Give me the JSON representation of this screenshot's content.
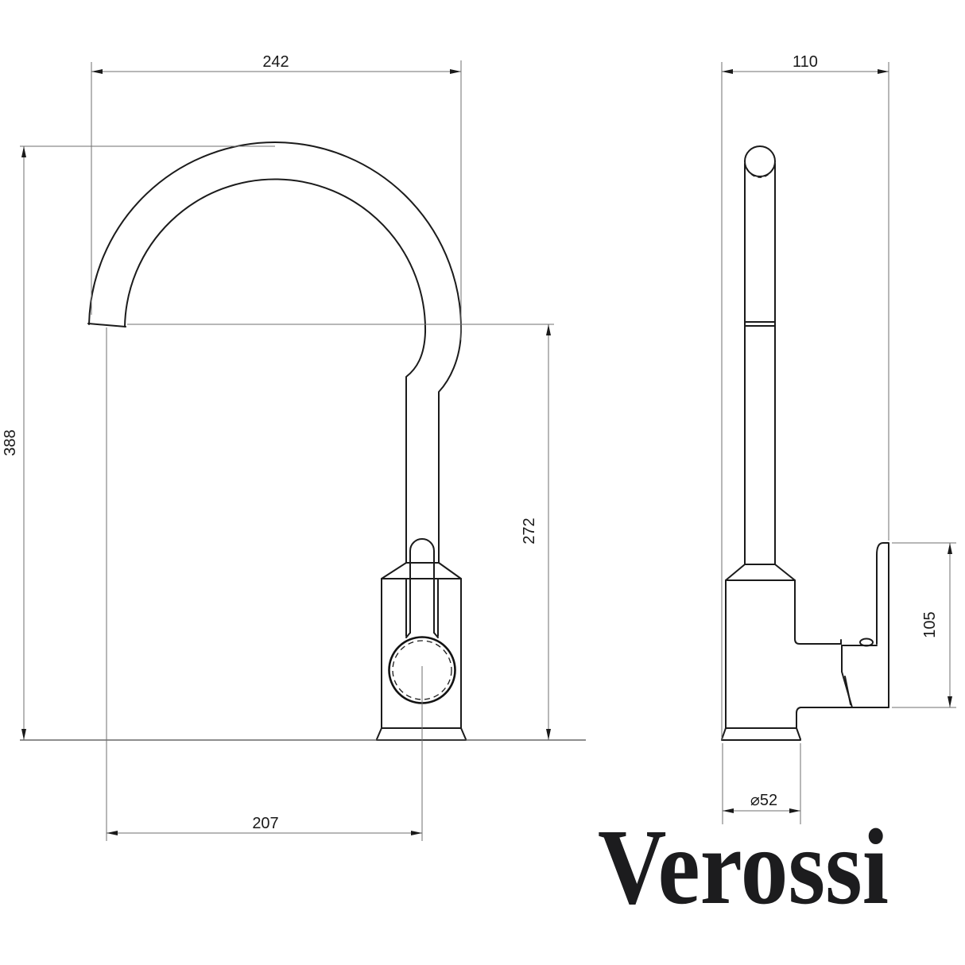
{
  "drawing": {
    "type": "kitchen-tap-dimension-drawing",
    "views": {
      "front": {
        "dimensions": {
          "overall_width": "242",
          "overall_height": "388",
          "spout_outlet_height": "272",
          "spout_reach": "207"
        }
      },
      "side": {
        "dimensions": {
          "overall_depth": "110",
          "handle_height": "105",
          "base_diameter": "⌀52"
        }
      }
    },
    "brand": {
      "logo_text": "Verossi"
    },
    "colors": {
      "object_line": "#1b1b1b",
      "dimension_line": "#6f6f6f",
      "dimension_text": "#1a1a1a",
      "logo": "#1c1c1e",
      "background": "#ffffff"
    }
  }
}
